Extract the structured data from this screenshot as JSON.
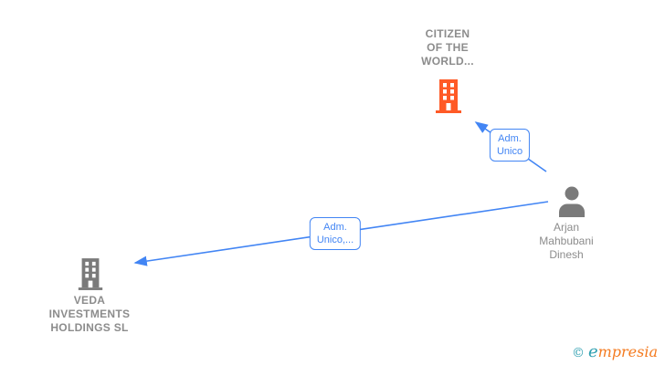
{
  "diagram": {
    "nodes": {
      "citizen": {
        "lines": [
          "CITIZEN",
          "OF THE",
          "WORLD..."
        ],
        "type": "company",
        "icon": "building-icon",
        "icon_color": "#ff5a26"
      },
      "person": {
        "lines": [
          "Arjan",
          "Mahbubani",
          "Dinesh"
        ],
        "type": "person",
        "icon": "person-icon",
        "icon_color": "#7a7a7a"
      },
      "veda": {
        "lines": [
          "VEDA",
          "INVESTMENTS",
          "HOLDINGS SL"
        ],
        "type": "company",
        "icon": "building-icon",
        "icon_color": "#7a7a7a"
      }
    },
    "edges": [
      {
        "from": "person",
        "to": "citizen",
        "label_lines": [
          "Adm.",
          "Unico"
        ]
      },
      {
        "from": "person",
        "to": "veda",
        "label_lines": [
          "Adm.",
          "Unico,..."
        ]
      }
    ],
    "colors": {
      "edge_blue": "#4285f4",
      "company_orange": "#ff5a26",
      "icon_gray": "#7a7a7a",
      "text_gray": "#8c8c8c"
    }
  },
  "footer": {
    "copyright_symbol": "©",
    "brand_first_letter": "e",
    "brand_rest": "mpresia",
    "brand_teal": "#2d9fb0",
    "brand_orange": "#f47b20"
  }
}
